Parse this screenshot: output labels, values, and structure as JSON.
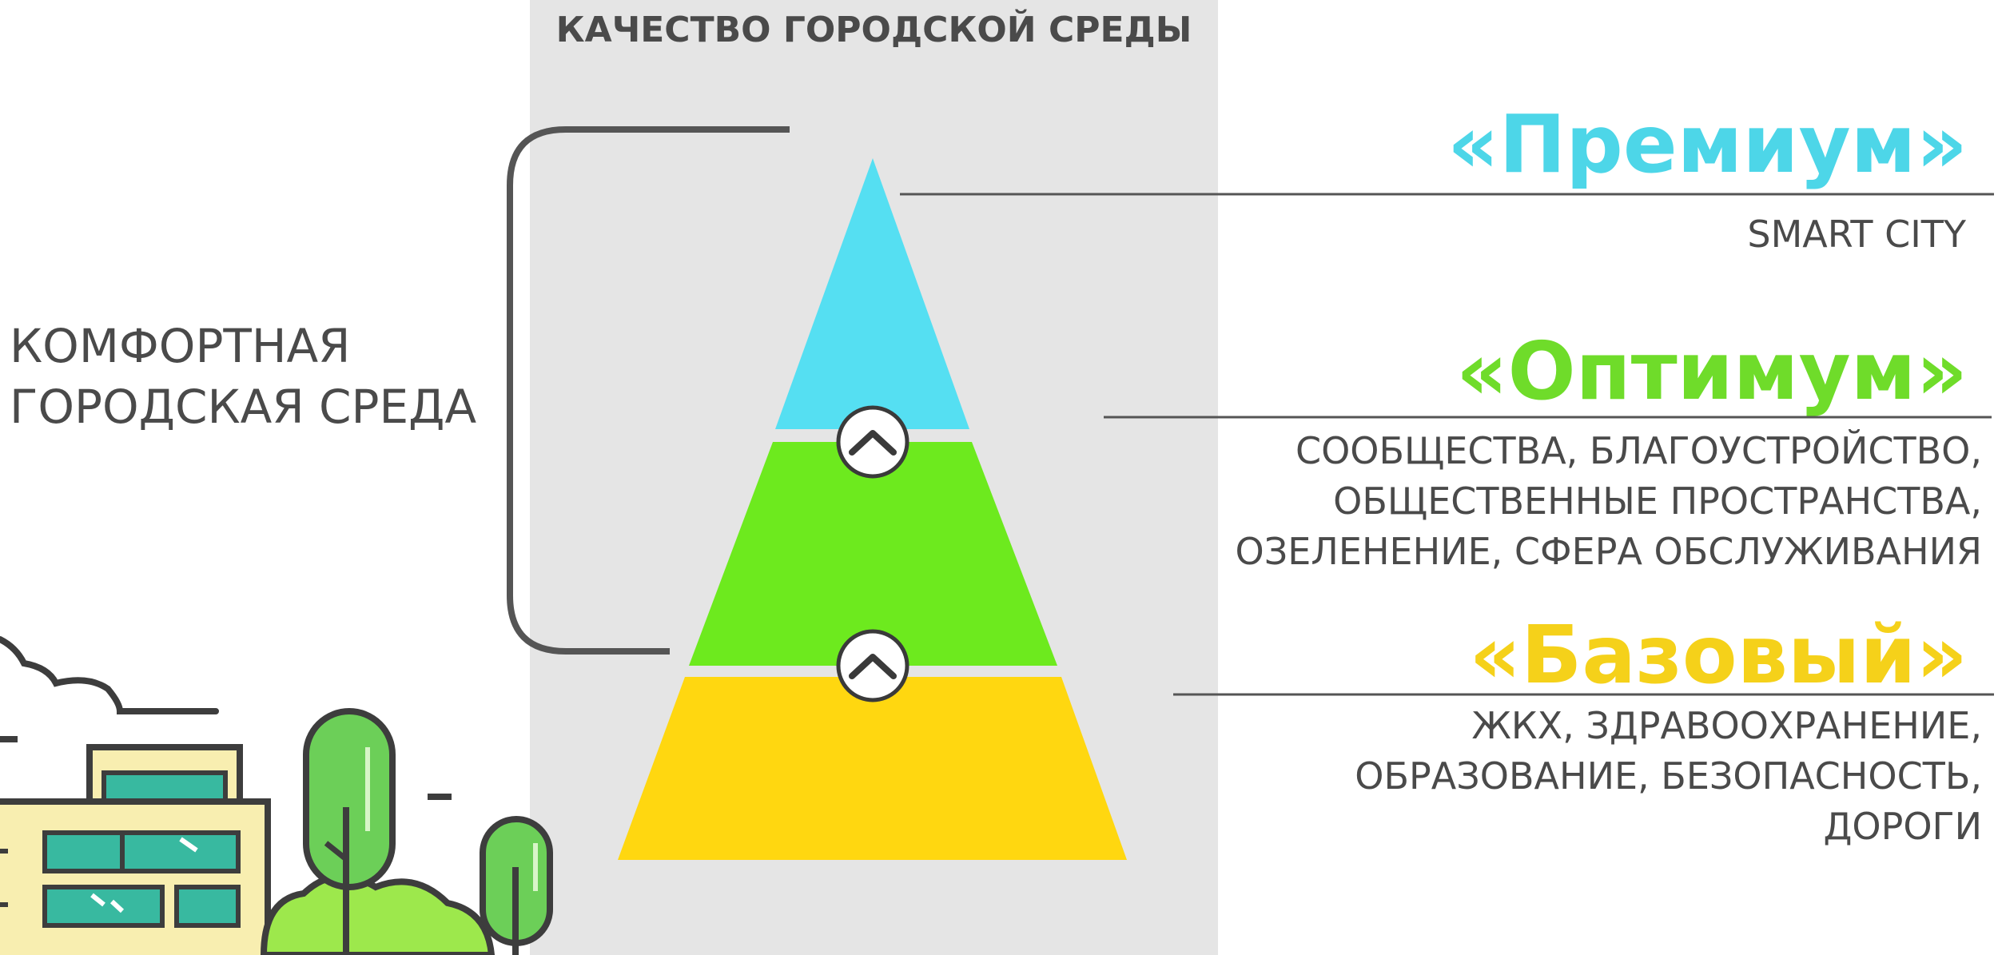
{
  "header": {
    "title": "КАЧЕСТВО ГОРОДСКОЙ СРЕДЫ"
  },
  "left_label": {
    "lines": [
      "КОМФОРТНАЯ",
      "ГОРОДСКАЯ СРЕДА"
    ]
  },
  "tiers": {
    "premium": {
      "heading": "«Премиум»",
      "description": [
        "SMART CITY"
      ],
      "color": "#4dd6e8"
    },
    "optimum": {
      "heading": "«Оптимум»",
      "description": [
        "СООБЩЕСТВА, БЛАГОУСТРОЙСТВО,",
        "ОБЩЕСТВЕННЫЕ ПРОСТРАНСТВА,",
        "ОЗЕЛЕНЕНИЕ, СФЕРА ОБСЛУЖИВАНИЯ"
      ],
      "color": "#6fdc2a"
    },
    "basic": {
      "heading": "«Базовый»",
      "description": [
        "ЖКХ, ЗДРАВООХРАНЕНИЕ,",
        "ОБРАЗОВАНИЕ, БЕЗОПАСНОСТЬ,",
        "ДОРОГИ"
      ],
      "color": "#f5d11a"
    }
  },
  "icons": {
    "level_up_1": "chevron-up-icon",
    "level_up_2": "chevron-up-icon"
  },
  "colors": {
    "panel": "#e5e5e5",
    "text": "#4a4a4a",
    "building": "#f8eeb0",
    "windows": "#38b9a0",
    "trees": "#6ccf58"
  }
}
